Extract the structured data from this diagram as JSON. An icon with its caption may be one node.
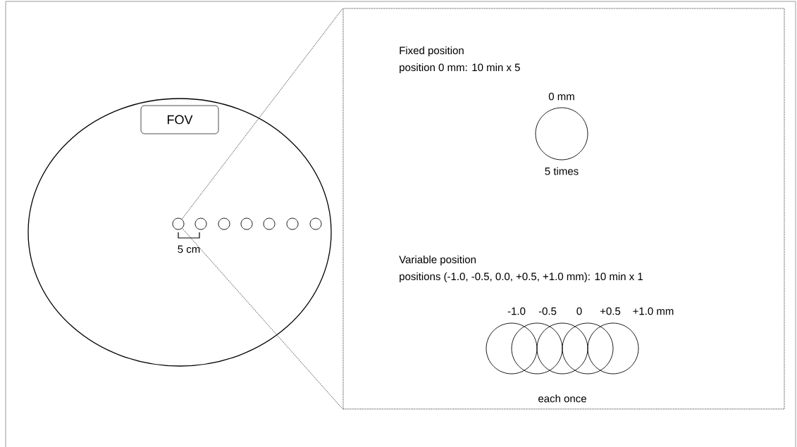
{
  "diagram": {
    "nodes": [
      {
        "text": [],
        "shape": "circle"
      },
      {
        "text": [
          "FOV"
        ],
        "in": 0
      },
      {
        "text": [],
        "shape": "circle",
        "in": 0
      },
      {
        "text": [],
        "shape": "circle",
        "in": 0
      },
      {
        "text": [],
        "shape": "circle",
        "in": 0
      },
      {
        "text": [],
        "shape": "circle",
        "in": 0
      },
      {
        "text": [],
        "shape": "circle",
        "in": 0
      },
      {
        "text": [],
        "shape": "circle",
        "in": 0
      },
      {
        "text": [],
        "shape": "circle",
        "in": 0
      },
      {
        "text": [],
        "shape": "box"
      },
      {
        "text": [],
        "shape": "circle",
        "in": 9,
        "beside": [
          "0 mm",
          "5 times"
        ]
      },
      {
        "text": [],
        "shape": "circle",
        "in": 9,
        "beside": [
          "-1.0"
        ]
      },
      {
        "text": [],
        "shape": "circle",
        "in": 9,
        "beside": [
          "-0.5"
        ]
      },
      {
        "text": [],
        "shape": "circle",
        "in": 9,
        "beside": [
          "0"
        ]
      },
      {
        "text": [],
        "shape": "circle",
        "in": 9,
        "beside": [
          "+0.5"
        ]
      },
      {
        "text": [],
        "shape": "circle",
        "in": 9,
        "beside": [
          "+1.0 mm"
        ]
      }
    ],
    "edges": [
      {
        "from": 2,
        "to": 9,
        "arrow": "none",
        "style": "dashed"
      },
      {
        "from": 2,
        "to": 9,
        "arrow": "none",
        "style": "dashed"
      }
    ],
    "labels": [
      "5 cm",
      "Fixed position",
      "position 0 mm: 10 min x 5",
      "Variable position",
      "positions (-1.0, -0.5, 0.0, +0.5, +1.0 mm): 10 min x 1",
      "each once"
    ]
  }
}
